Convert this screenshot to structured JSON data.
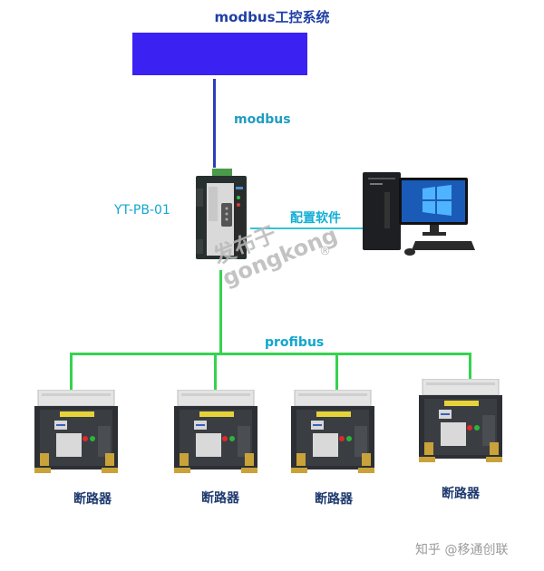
{
  "title": "modbus工控系统",
  "modbus_label": "modbus",
  "gateway": {
    "label": "YT-PB-01"
  },
  "config_label": "配置软件",
  "profibus_label": "profibus",
  "breakers": [
    {
      "label": "断路器"
    },
    {
      "label": "断路器"
    },
    {
      "label": "断路器"
    },
    {
      "label": "断路器"
    }
  ],
  "watermark": {
    "line1": "发布于",
    "line2": "gongkong",
    "mark": "®"
  },
  "footer_watermark": "知乎 @移通创联",
  "colors": {
    "system_block": "#3b22f2",
    "modbus_line": "#2e3db8",
    "profibus_line": "#35d34f",
    "config_line": "#2fc5d5"
  }
}
